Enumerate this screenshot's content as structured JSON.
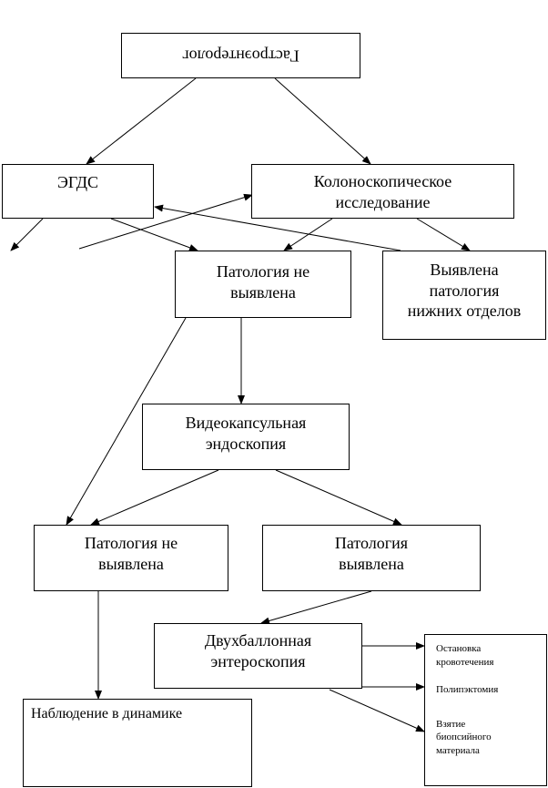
{
  "nodes": {
    "gastro": "Гастроэнтеролог",
    "egds": "ЭГДС",
    "colono_1": "Колоноскопическое",
    "colono_2": "исследование",
    "pathology_not_found_1_line1": "Патология не",
    "pathology_not_found_1_line2": "выявлена",
    "lower_found_line1": "Выявлена",
    "lower_found_line2": "патология",
    "lower_found_line3": "нижних отделов",
    "video_line1": "Видеокапсульная",
    "video_line2": "эндоскопия",
    "pathology_not_found_2_line1": "Патология не",
    "pathology_not_found_2_line2": "выявлена",
    "pathology_found_line1": "Патология",
    "pathology_found_line2": "выявлена",
    "double_balloon_line1": "Двухбаллонная",
    "double_balloon_line2": "энтероскопия",
    "observation": "Наблюдение в динамике",
    "outcome_stop_line1": "Остановка",
    "outcome_stop_line2": "кровотечения",
    "outcome_polypectomy": "Полипэктомия",
    "outcome_biopsy_line1": "Взятие",
    "outcome_biopsy_line2": "биопсийного",
    "outcome_biopsy_line3": "материала"
  }
}
